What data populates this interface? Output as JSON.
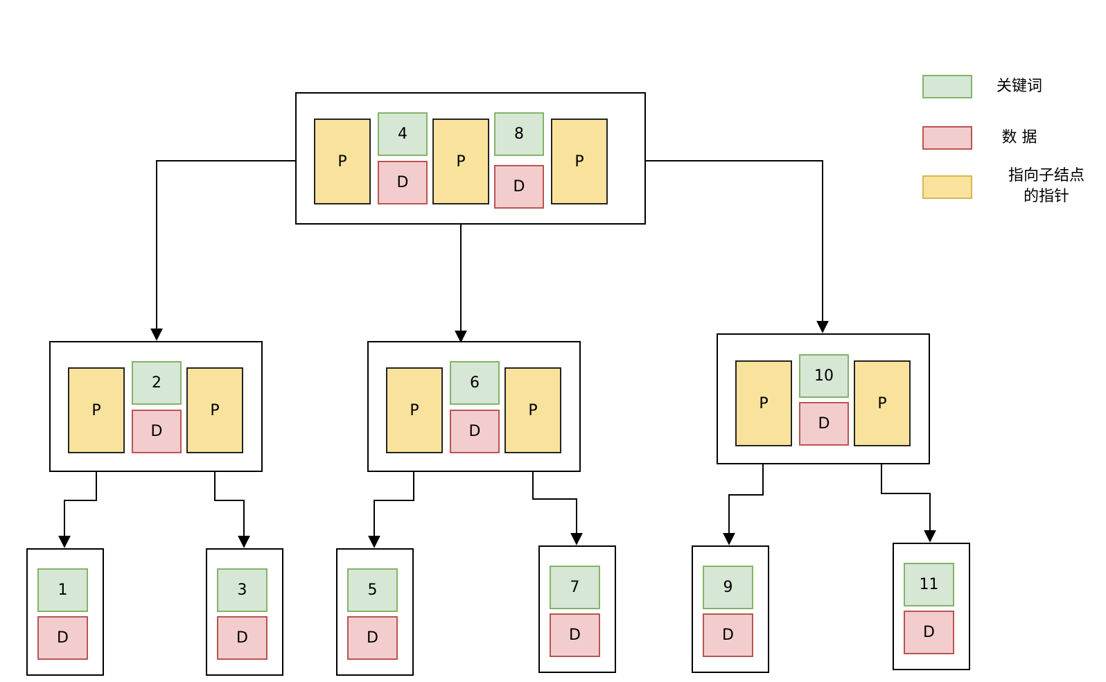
{
  "legend": {
    "keyword": "关键词",
    "data": "数 据",
    "pointer_line1": "指向子结点",
    "pointer_line2": "的指针"
  },
  "cell_labels": {
    "pointer": "P",
    "data": "D"
  },
  "root": {
    "keys": [
      "4",
      "8"
    ]
  },
  "level2": [
    {
      "keys": [
        "2"
      ]
    },
    {
      "keys": [
        "6"
      ]
    },
    {
      "keys": [
        "10"
      ]
    }
  ],
  "leaves": [
    "1",
    "3",
    "5",
    "7",
    "9",
    "11"
  ],
  "colors": {
    "pointer_fill": "#f9e39c",
    "key_fill": "#d6e7d5",
    "key_border": "#82b366",
    "data_fill": "#f3cdcd",
    "data_border": "#b85450"
  }
}
